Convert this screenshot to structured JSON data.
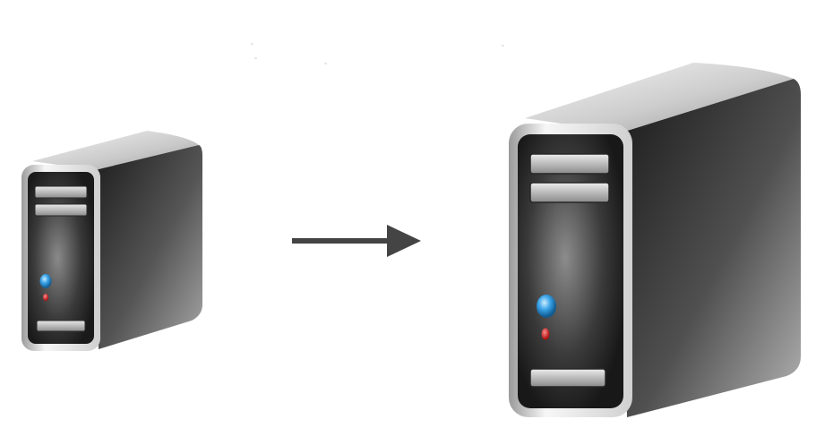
{
  "diagram": {
    "nodes": [
      {
        "id": "small-server",
        "icon": "server-tower-icon",
        "size": "small"
      },
      {
        "id": "large-server",
        "icon": "server-tower-icon",
        "size": "large"
      }
    ],
    "edges": [
      {
        "from": "small-server",
        "to": "large-server",
        "icon": "arrow-right-icon"
      }
    ]
  },
  "colors": {
    "power_led": "#3aa3e8",
    "status_led": "#d42121",
    "arrow": "#444444"
  }
}
